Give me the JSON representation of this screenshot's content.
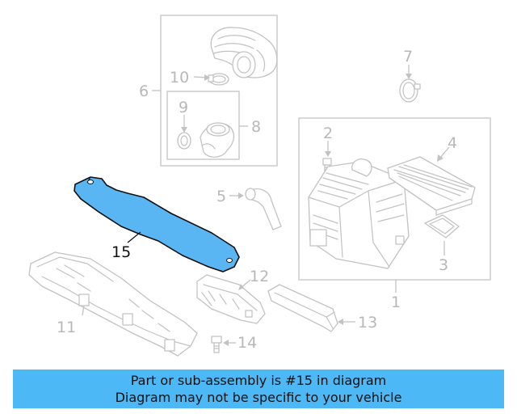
{
  "callouts": {
    "c1": "1",
    "c2": "2",
    "c3": "3",
    "c4": "4",
    "c5": "5",
    "c6": "6",
    "c7": "7",
    "c8": "8",
    "c9": "9",
    "c10": "10",
    "c11": "11",
    "c12": "12",
    "c13": "13",
    "c14": "14",
    "c15": "15"
  },
  "highlight": {
    "part_number": "15",
    "color": "#5ab6f2"
  },
  "banner": {
    "line1": "Part or sub-assembly is #15 in diagram",
    "line2": "Diagram may not be specific to your vehicle",
    "color": "#4db8f6"
  }
}
